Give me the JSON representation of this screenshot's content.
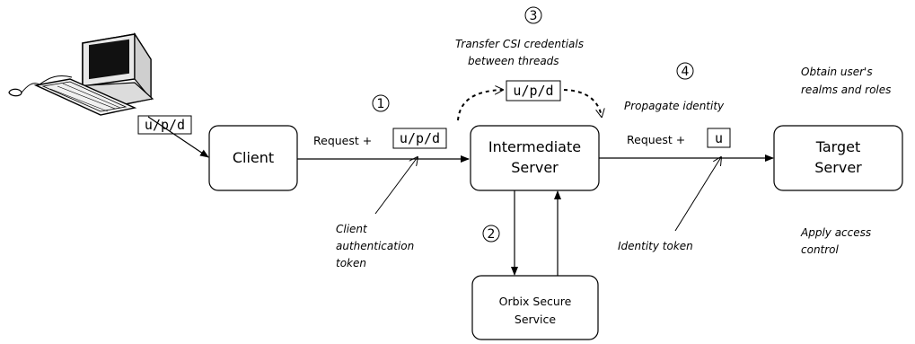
{
  "nodes": {
    "client": "Client",
    "intermediate_line1": "Intermediate",
    "intermediate_line2": "Server",
    "target_line1": "Target",
    "target_line2": "Server",
    "orbix_line1": "Orbix Secure",
    "orbix_line2": "Service"
  },
  "tokens": {
    "user_token": "u/p/d",
    "request_token": "u/p/d",
    "transfer_token": "u/p/d",
    "identity_token": "u"
  },
  "labels": {
    "request_plus_1": "Request +",
    "request_plus_2": "Request +"
  },
  "steps": {
    "step1": "1",
    "step2": "2",
    "step3": "3",
    "step4": "4"
  },
  "annotations": {
    "transfer_line1": "Transfer CSI credentials",
    "transfer_line2": "between threads",
    "propagate": "Propagate identity",
    "obtain_line1": "Obtain user's",
    "obtain_line2": "realms and roles",
    "client_auth_line1": "Client",
    "client_auth_line2": "authentication",
    "client_auth_line3": "token",
    "identity_token": "Identity token",
    "apply_line1": "Apply access",
    "apply_line2": "control"
  }
}
